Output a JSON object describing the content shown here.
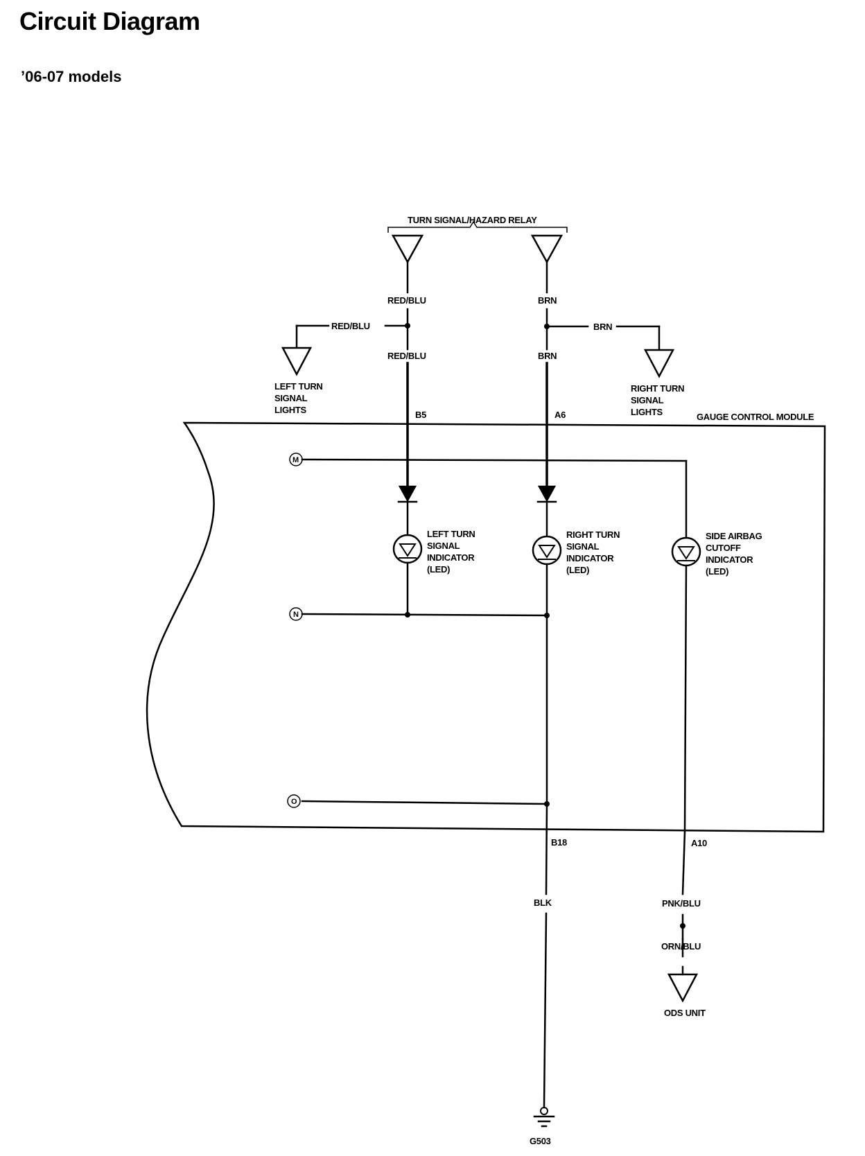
{
  "title": "Circuit Diagram",
  "subtitle": "’06-07 models",
  "labels": {
    "relay": "TURN SIGNAL/HAZARD RELAY",
    "gauge_module": "GAUGE CONTROL MODULE",
    "wire_red_blu": "RED/BLU",
    "wire_brn": "BRN",
    "wire_blk": "BLK",
    "wire_pnk_blu": "PNK/BLU",
    "wire_orn_blu": "ORN/BLU",
    "pin_b5": "B5",
    "pin_a6": "A6",
    "pin_b18": "B18",
    "pin_a10": "A10",
    "left_lights": [
      "LEFT TURN",
      "SIGNAL",
      "LIGHTS"
    ],
    "right_lights": [
      "RIGHT TURN",
      "SIGNAL",
      "LIGHTS"
    ],
    "left_indicator": [
      "LEFT TURN",
      "SIGNAL",
      "INDICATOR",
      "(LED)"
    ],
    "right_indicator": [
      "RIGHT TURN",
      "SIGNAL",
      "INDICATOR",
      "(LED)"
    ],
    "airbag_indicator": [
      "SIDE AIRBAG",
      "CUTOFF",
      "INDICATOR",
      "(LED)"
    ],
    "ods_unit": "ODS UNIT",
    "ground": "G503",
    "node_m": "M",
    "node_n": "N",
    "node_o": "O"
  }
}
